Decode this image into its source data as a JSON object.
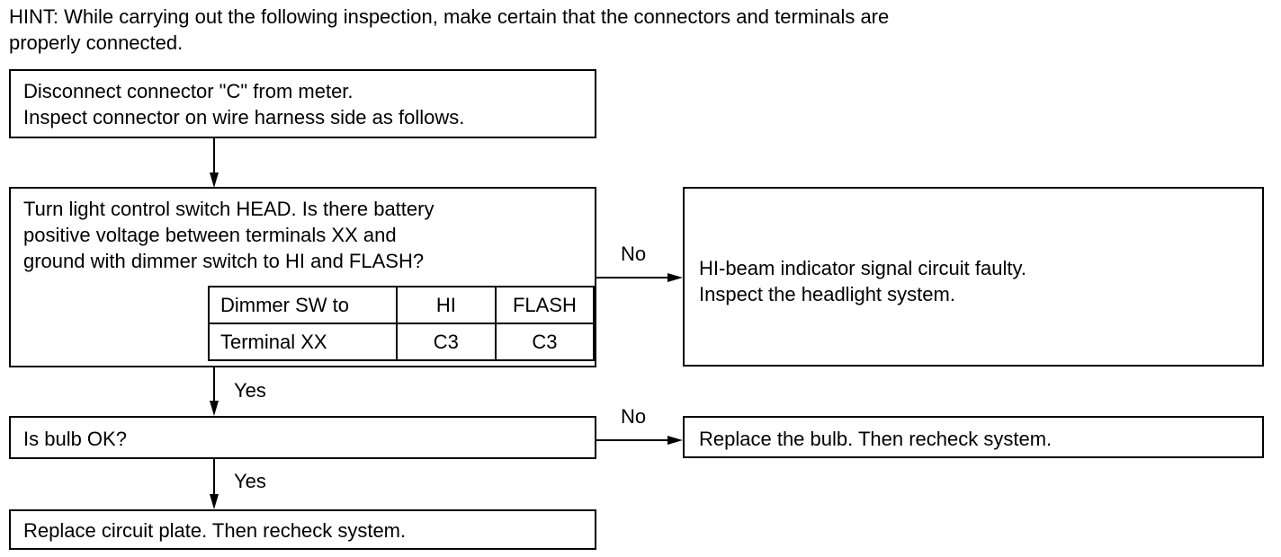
{
  "hint": {
    "lines": [
      "HINT: While carrying out the following inspection, make certain that the connectors and terminals are",
      "properly connected."
    ]
  },
  "step1": {
    "lines": [
      "Disconnect connector \"C\" from meter.",
      "Inspect connector on wire harness side as follows."
    ]
  },
  "step2": {
    "lines": [
      "Turn light control switch HEAD. Is there battery",
      "positive voltage between terminals XX and",
      "ground with dimmer switch to HI and FLASH?"
    ],
    "table": {
      "header": [
        "Dimmer SW to",
        "HI",
        "FLASH"
      ],
      "row": [
        "Terminal XX",
        "C3",
        "C3"
      ]
    }
  },
  "result_no1": {
    "lines": [
      "HI-beam indicator signal circuit faulty.",
      "Inspect the headlight system."
    ]
  },
  "step3": {
    "label": "Is bulb OK?"
  },
  "result_no2": {
    "label": "Replace the bulb. Then recheck system."
  },
  "step4": {
    "label": "Replace circuit plate. Then recheck system."
  },
  "labels": {
    "no1": "No",
    "yes1": "Yes",
    "no2": "No",
    "yes2": "Yes"
  }
}
